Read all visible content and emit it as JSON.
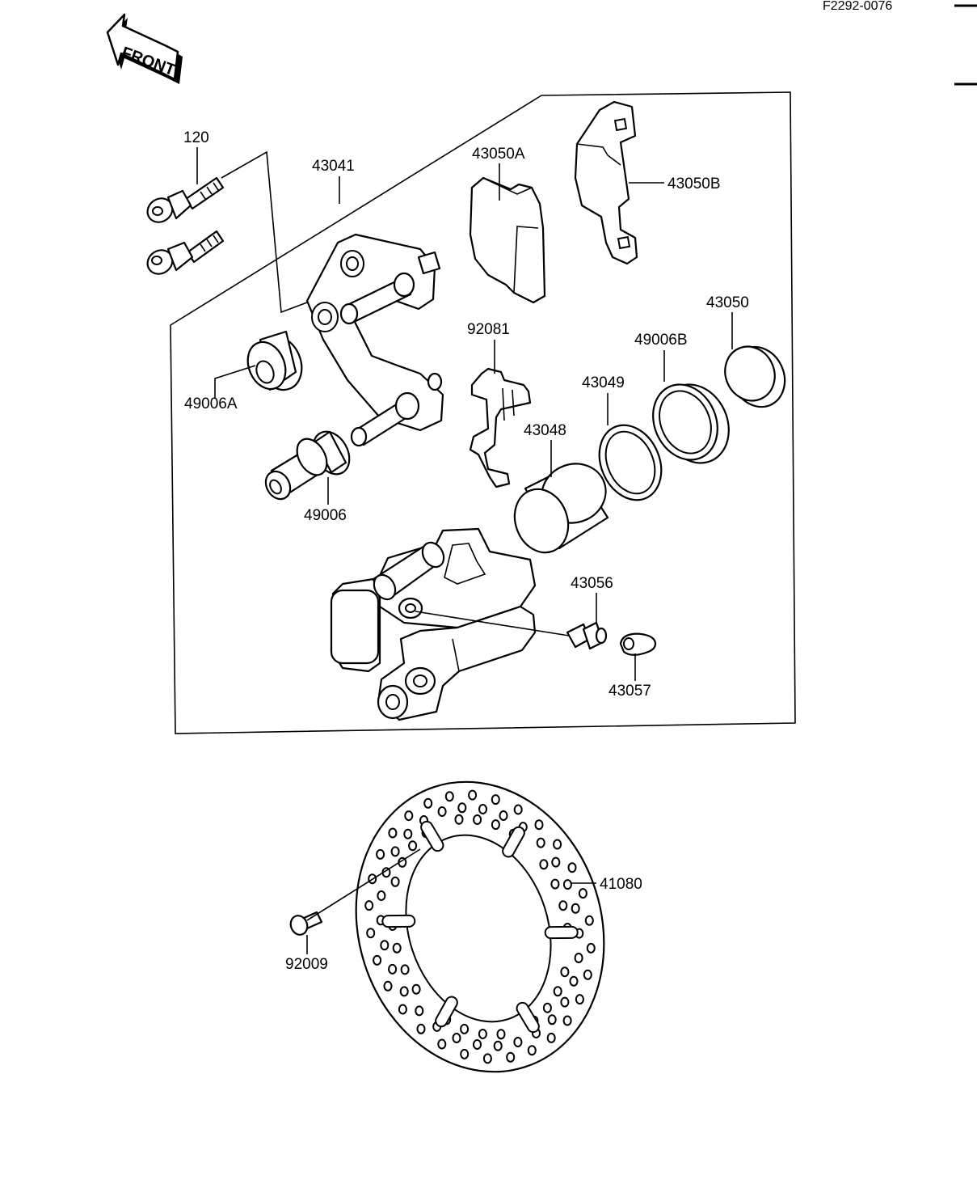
{
  "figure_code": "F2292-0076",
  "front_label": "FRONT",
  "parts": {
    "p120": "120",
    "p43041": "43041",
    "p43050A": "43050A",
    "p43050B": "43050B",
    "p43050": "43050",
    "p92081": "92081",
    "p49006B": "49006B",
    "p49006A": "49006A",
    "p43049": "43049",
    "p43048": "43048",
    "p49006": "49006",
    "p43056": "43056",
    "p43057": "43057",
    "p41080": "41080",
    "p92009": "92009"
  }
}
